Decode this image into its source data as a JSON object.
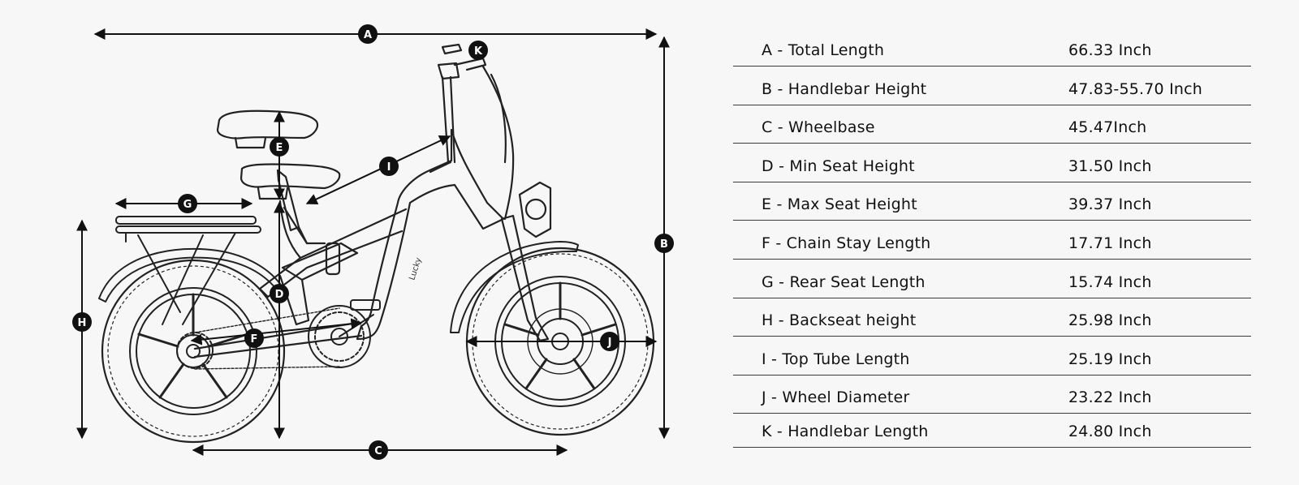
{
  "diagram": {
    "brand": "Lucky",
    "markers": [
      {
        "id": "A",
        "letter": "A"
      },
      {
        "id": "B",
        "letter": "B"
      },
      {
        "id": "C",
        "letter": "C"
      },
      {
        "id": "D",
        "letter": "D"
      },
      {
        "id": "E",
        "letter": "E"
      },
      {
        "id": "F",
        "letter": "F"
      },
      {
        "id": "G",
        "letter": "G"
      },
      {
        "id": "H",
        "letter": "H"
      },
      {
        "id": "I",
        "letter": "I"
      },
      {
        "id": "J",
        "letter": "J"
      },
      {
        "id": "K",
        "letter": "K"
      }
    ]
  },
  "specs": [
    {
      "label": "A - Total Length",
      "value": "66.33 Inch"
    },
    {
      "label": "B - Handlebar Height",
      "value": "47.83-55.70 Inch"
    },
    {
      "label": "C - Wheelbase",
      "value": "45.47Inch"
    },
    {
      "label": "D - Min Seat Height",
      "value": "31.50 Inch"
    },
    {
      "label": "E - Max Seat Height",
      "value": "39.37 Inch"
    },
    {
      "label": "F - Chain Stay Length",
      "value": "17.71 Inch"
    },
    {
      "label": "G - Rear Seat Length",
      "value": "15.74 Inch"
    },
    {
      "label": "H - Backseat height",
      "value": "25.98 Inch"
    },
    {
      "label": "I - Top Tube Length",
      "value": "25.19 Inch"
    },
    {
      "label": "J - Wheel Diameter",
      "value": "23.22 Inch"
    },
    {
      "label": "K - Handlebar Length",
      "value": "24.80 Inch"
    }
  ]
}
